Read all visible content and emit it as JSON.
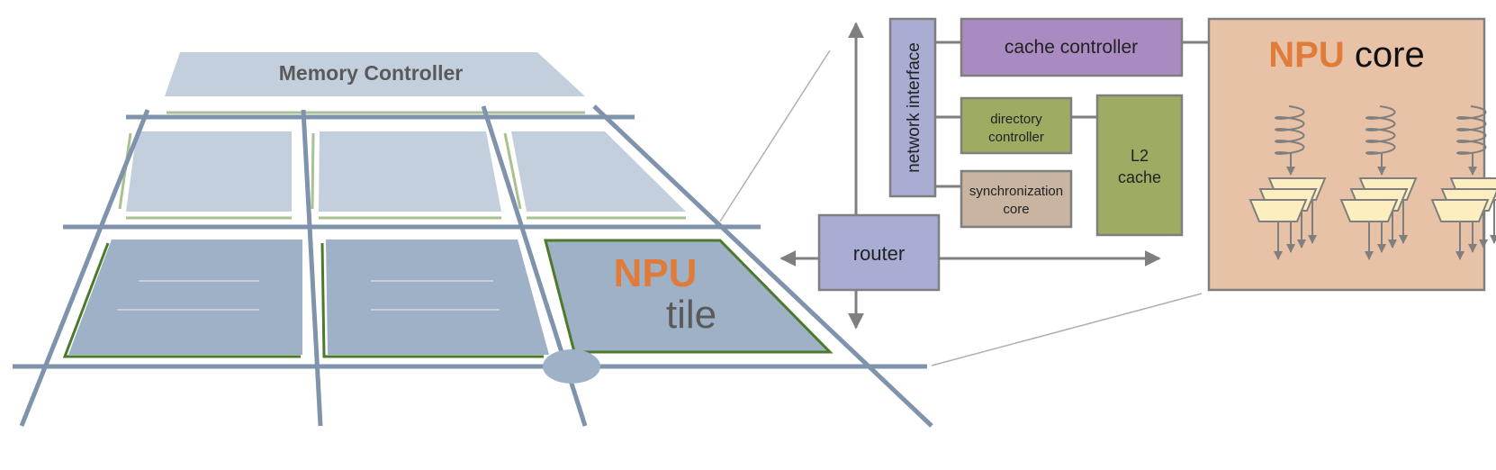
{
  "grid": {
    "memory_controller_label": "Memory Controller",
    "tile_label_line1": "NPU",
    "tile_label_line2": "tile"
  },
  "detail": {
    "network_interface_label": "network interface",
    "cache_controller_label": "cache controller",
    "directory_controller_line1": "directory",
    "directory_controller_line2": "controller",
    "sync_core_line1": "synchronization",
    "sync_core_line2": "core",
    "l2_cache_line1": "L2",
    "l2_cache_line2": "cache",
    "router_label": "router"
  },
  "core": {
    "label_part1": "NPU",
    "label_part2": "core",
    "thread_units": 3
  },
  "colors": {
    "accent_orange": "#e07b39",
    "tile_fill": "#9eb1c7",
    "tile_fill_light": "#c3cfdc",
    "wire": "#7f93ad",
    "green_border": "#4c7a2a",
    "network_interface": "#a9add4",
    "cache_controller": "#a98bc2",
    "directory_controller": "#9dab63",
    "l2_cache": "#9dab63",
    "sync_core": "#c9b3a1",
    "router": "#a9add4",
    "core_fill": "#e8c2a6",
    "alu_fill": "#fdeec0",
    "text_dark": "#404040"
  }
}
